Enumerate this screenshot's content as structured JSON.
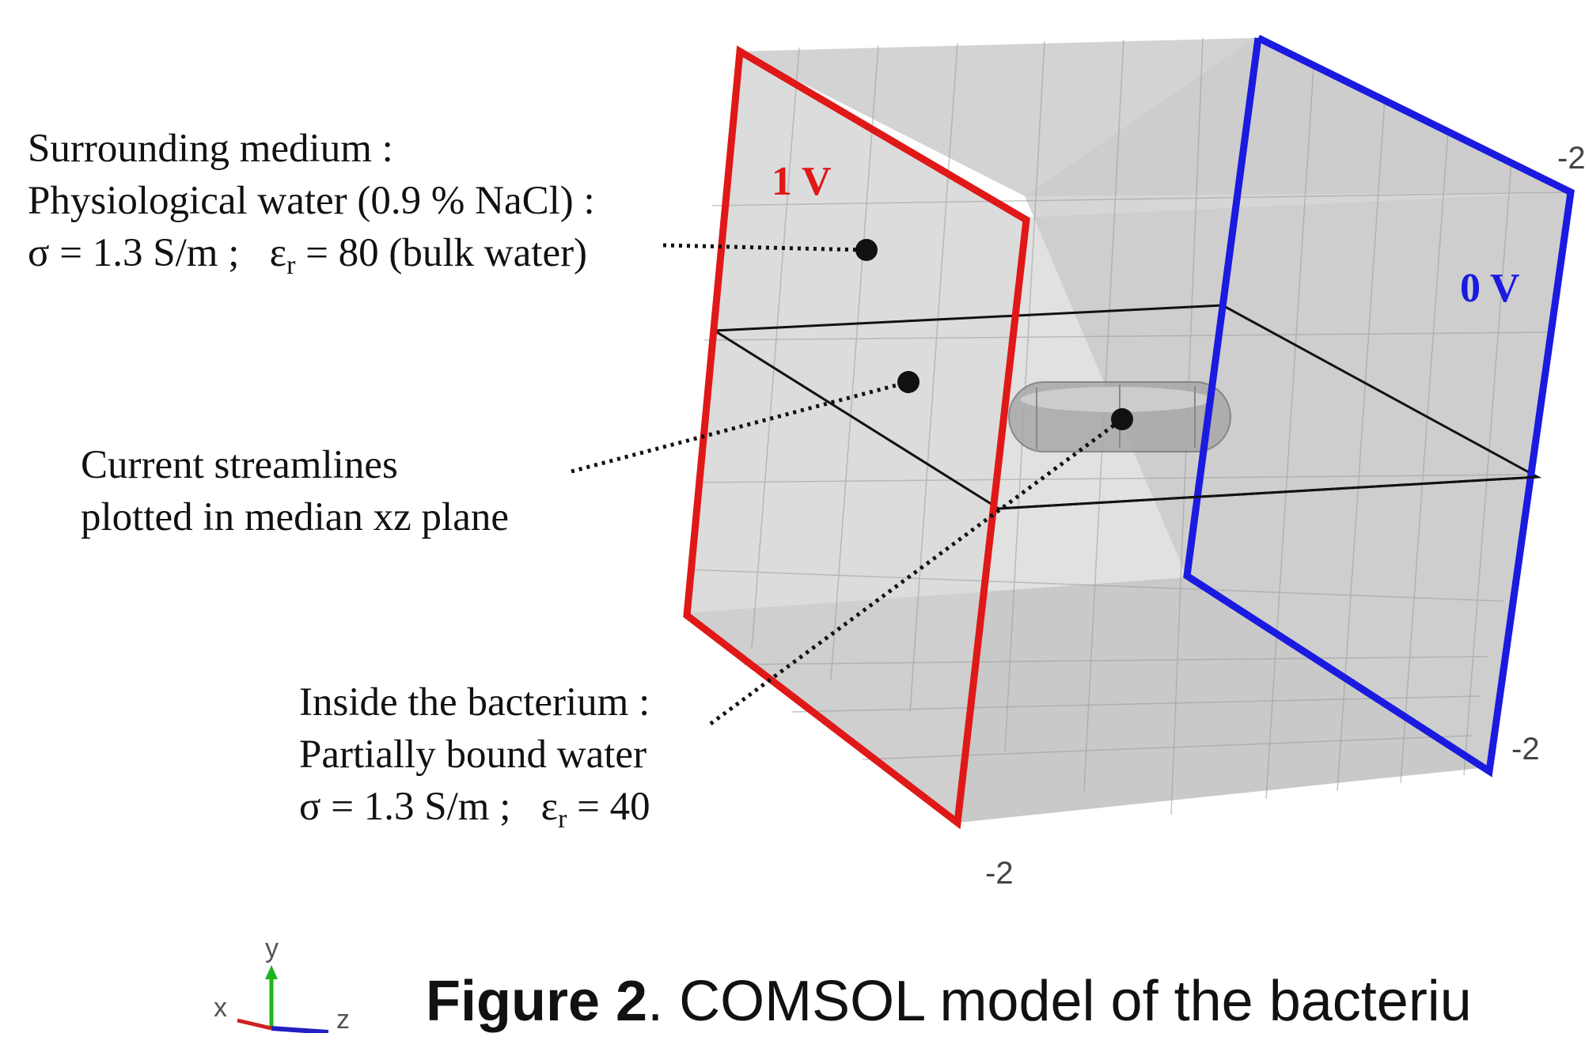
{
  "plate_left_label": "1 V",
  "plate_right_label": "0 V",
  "annotations": {
    "medium": {
      "line1": "Surrounding medium :",
      "line2": "Physiological water (0.9 % NaCl) :",
      "sigma": "σ = 1.3 S/m ;",
      "eps_sym": "ε",
      "eps_sub": "r",
      "eps_val": " = 80 (bulk water)"
    },
    "streamlines": {
      "line1": "Current streamlines",
      "line2": "plotted in median xz plane"
    },
    "bacterium": {
      "line1": "Inside the bacterium :",
      "line2": "Partially bound  water",
      "sigma": "σ = 1.3 S/m ;",
      "eps_sym": "ε",
      "eps_sub": "r",
      "eps_val": " = 40"
    }
  },
  "ticks": {
    "bottom": "-2",
    "right": "-2",
    "top_right": "-2"
  },
  "axes_triad": {
    "x": "x",
    "y": "y",
    "z": "z"
  },
  "caption": {
    "bold": "Figure 2",
    "text": ".  COMSOL model of the bacteriu"
  },
  "colors": {
    "plate_left": "#e01818",
    "plate_right": "#1a1ae0",
    "box_fill": "#cfcfcf"
  }
}
